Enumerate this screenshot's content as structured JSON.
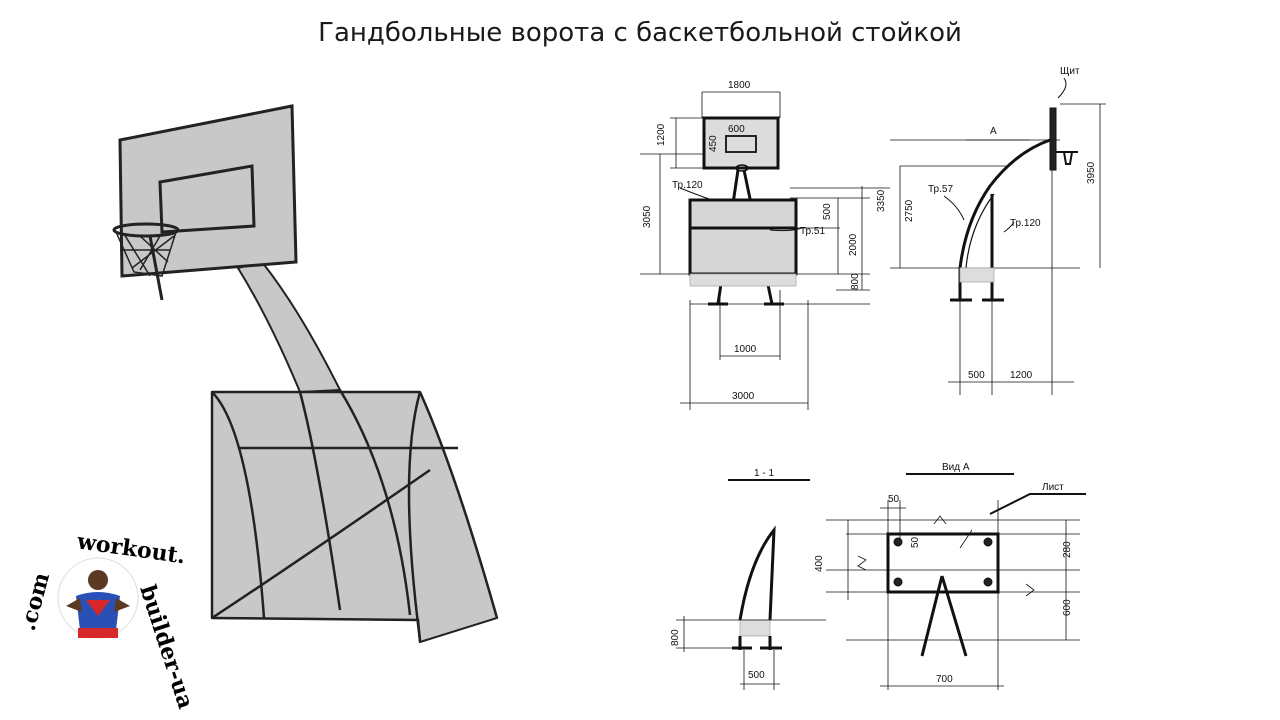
{
  "title": "Гандбольные ворота с баскетбольной стойкой",
  "front_view": {
    "board_width": "1800",
    "board_height": "1200",
    "inner_label": "600",
    "inner_label_side": "450",
    "pipe_top": "Тр.120",
    "pipe_side": "Тр.51",
    "dim_3050": "3050",
    "dim_500": "500",
    "dim_2000": "2000",
    "dim_800": "800",
    "dim_1000": "1000",
    "dim_3000": "3000",
    "dim_3350": "3350"
  },
  "side_view": {
    "shield_label": "Щит",
    "section_a": "А",
    "pipe_57": "Тр.57",
    "pipe_120": "Тр.120",
    "dim_2750": "2750",
    "dim_3950": "3950",
    "dim_500": "500",
    "dim_1200": "1200"
  },
  "section_1_1": {
    "label": "1 - 1",
    "dim_800": "800",
    "dim_500": "500"
  },
  "view_a": {
    "label": "Вид А",
    "sheet_label": "Лист",
    "dim_50_top": "50",
    "dim_50_side": "50",
    "dim_400": "400",
    "dim_280": "280",
    "dim_600": "600",
    "dim_700": "700"
  },
  "logo": {
    "top_text": "workout.",
    "right_text": "builder-ua",
    "left_text": ".com"
  }
}
